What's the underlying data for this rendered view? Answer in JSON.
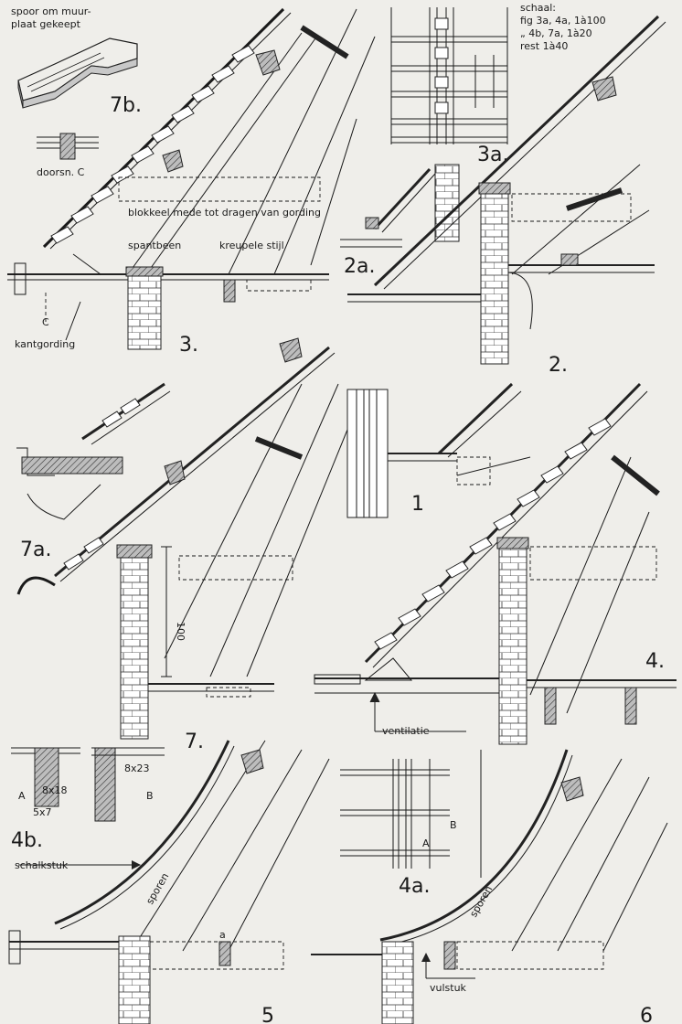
{
  "sheet": {
    "scale_note": [
      "schaal:",
      "fig  3a, 4a, 1à100",
      "„   4b, 7a, 1à20",
      "rest  1à40"
    ]
  },
  "figures": {
    "fig_7b": {
      "number": "7b.",
      "note": [
        "spoor om muur-",
        "plaat gekeept"
      ],
      "section": "doorsn. C"
    },
    "fig_3a": {
      "number": "3a."
    },
    "fig_2a": {
      "number": "2a."
    },
    "fig_3": {
      "number": "3.",
      "labels": {
        "blokkeel": "blokkeel mede tot dragen van gording",
        "spantbeen": "spantbeen",
        "kreupele_stijl": "kreupele stijl",
        "kantgording": "kantgording",
        "section_mark": "C"
      }
    },
    "fig_2": {
      "number": "2."
    },
    "fig_1": {
      "number": "1"
    },
    "fig_7a": {
      "number": "7a."
    },
    "fig_7": {
      "number": "7.",
      "dimension": "100"
    },
    "fig_4": {
      "number": "4.",
      "label": "ventilatie"
    },
    "fig_4b": {
      "number": "4b.",
      "labels": {
        "a": "A",
        "b": "B",
        "dim1": "8x18",
        "dim2": "5x7",
        "dim3": "8x23"
      }
    },
    "fig_4a": {
      "number": "4a.",
      "labels": {
        "a": "A",
        "b": "B"
      }
    },
    "fig_5": {
      "number": "5",
      "labels": {
        "schalkstuk": "schalkstuk",
        "sporen": "sporen",
        "a": "a"
      }
    },
    "fig_6": {
      "number": "6",
      "labels": {
        "sporen": "sporen",
        "vulstuk": "vulstuk"
      }
    }
  }
}
